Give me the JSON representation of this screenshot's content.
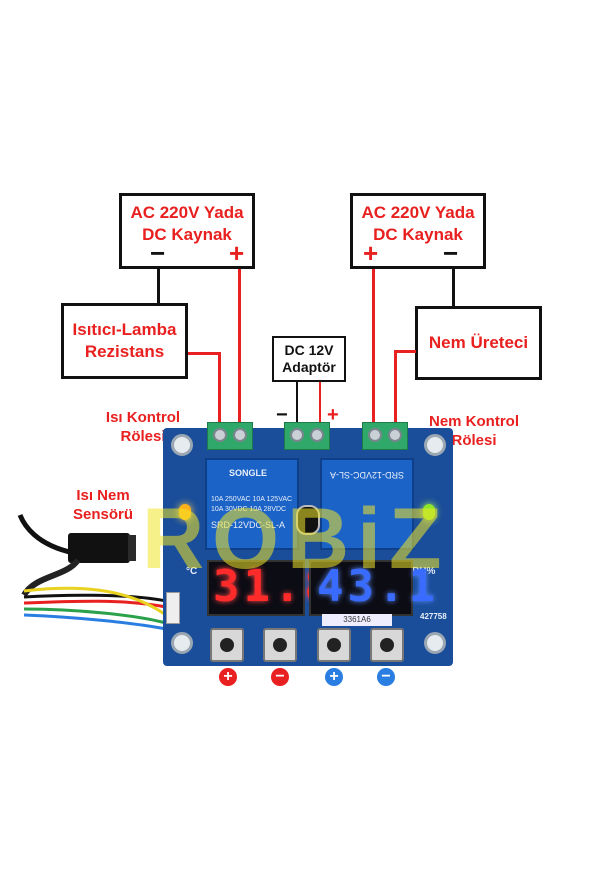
{
  "source_left": {
    "line1": "AC 220V Yada",
    "line2": "DC Kaynak",
    "minus": "−",
    "plus": "+"
  },
  "source_right": {
    "line1": "AC 220V Yada",
    "line2": "DC Kaynak",
    "plus": "+",
    "minus": "−"
  },
  "heater": {
    "line1": "Isıtıcı-Lamba",
    "line2": "Rezistans"
  },
  "humidifier": {
    "label": "Nem Üreteci"
  },
  "adapter": {
    "line1": "DC 12V",
    "line2": "Adaptör",
    "minus": "−",
    "plus": "+"
  },
  "labels": {
    "heat_relay_1": "Isı Kontrol",
    "heat_relay_2": "Rölesi",
    "hum_relay_1": "Nem Kontrol",
    "hum_relay_2": "Rölesi",
    "sensor_1": "Isı Nem",
    "sensor_2": "Sensörü"
  },
  "board": {
    "temp_reading": "31.8",
    "hum_reading": "43.1",
    "temp_unit": "°C",
    "hum_unit": "RH%",
    "relay_left_text1": "SONGLE",
    "relay_left_text2": "10A 250VAC  10A 125VAC",
    "relay_left_text3": "10A  30VDC  10A  28VDC",
    "relay_left_text4": "SRD-12VDC-SL-A",
    "relay_right_text": "SRD-12VDC-SL-A",
    "model_code": "427758",
    "chip_code": "3361A6"
  },
  "buttons": {
    "temp_plus": "+",
    "temp_minus": "−",
    "hum_plus": "+",
    "hum_minus": "−"
  },
  "colors": {
    "accent_red": "#e8201f",
    "board_blue": "#1a4d9a",
    "temp_display": "#ff2a2a",
    "hum_display": "#3a6bff",
    "button_plus": "#e8201f",
    "button_minus_red": "#e8201f",
    "button_plus_blue": "#2a7de1",
    "button_minus_blue": "#2a7de1"
  },
  "watermark": "ROBiZ"
}
